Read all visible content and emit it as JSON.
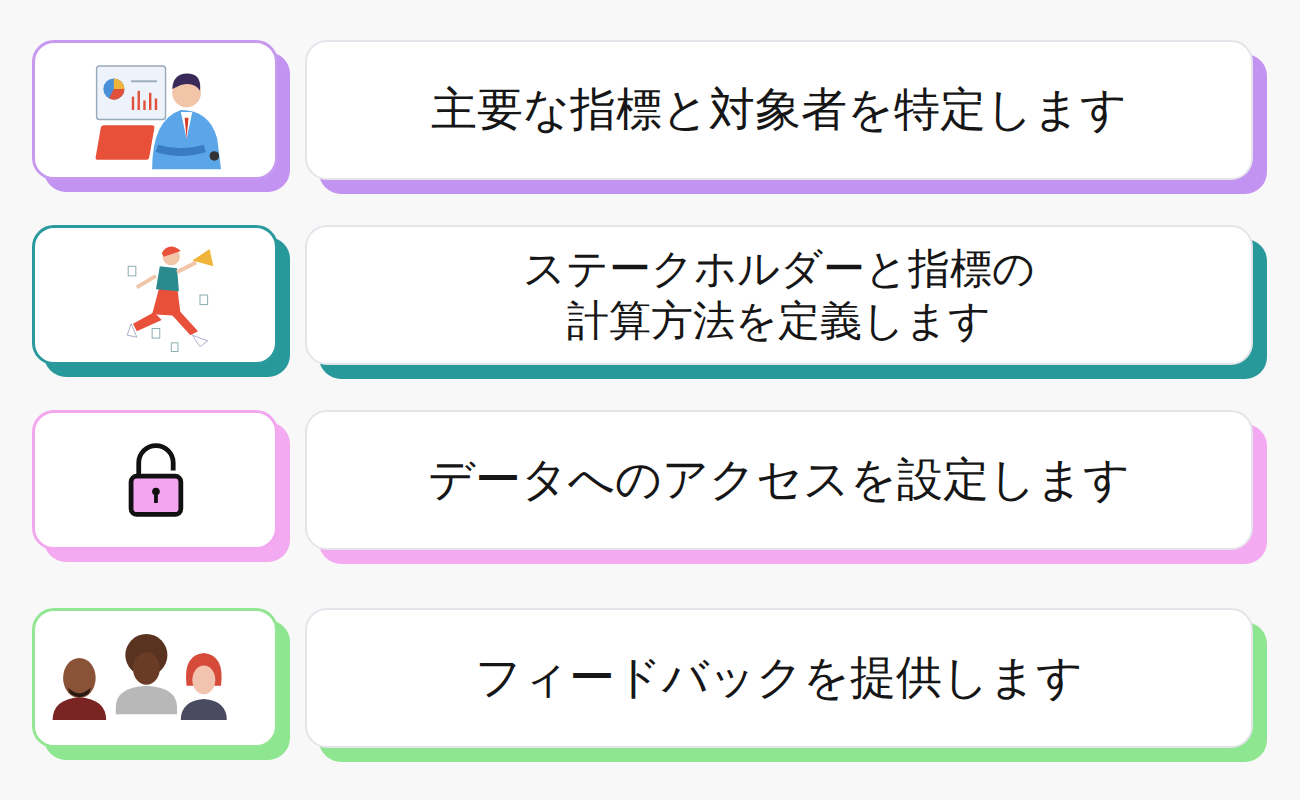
{
  "diagram": {
    "nodes": [
      {
        "text": [
          "主要な指標と対象者を特定します"
        ]
      },
      {
        "text": [
          "ステークホルダーと指標の 計算方法を定義します"
        ]
      },
      {
        "text": [
          "データへのアクセスを設定します"
        ]
      },
      {
        "text": [
          "フィードバックを提供します"
        ]
      }
    ]
  }
}
